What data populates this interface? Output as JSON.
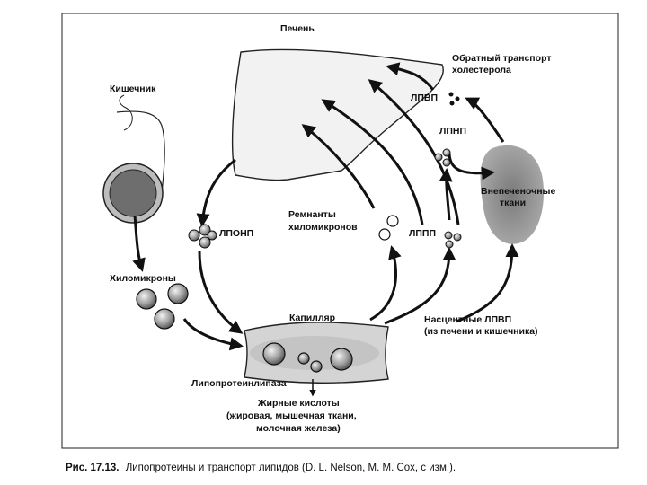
{
  "labels": {
    "liver": "Печень",
    "intestine": "Кишечник",
    "reverse_transport": [
      "Обратный транспорт",
      "холестерола"
    ],
    "hdl": "ЛПВП",
    "ldl": "ЛПНП",
    "extrahepatic": [
      "Внепеченочные",
      "ткани"
    ],
    "vldl": "ЛПОНП",
    "remnants": [
      "Ремнанты",
      "хиломикронов"
    ],
    "idl": "ЛППП",
    "chylomicrons": "Хиломикроны",
    "capillary": "Капилляр",
    "nascent_hdl": [
      "Насцентные ЛПВП",
      "(из печени и кишечника)"
    ],
    "lipase": "Липопротеинлипаза",
    "fatty_acids": [
      "Жирные кислоты",
      "(жировая, мышечная ткани,",
      "молочная железа)"
    ]
  },
  "caption": {
    "number": "Рис. 17.13.",
    "text": "Липопротеины и транспорт липидов (D. L. Nelson, M. M. Cox, с изм.)."
  },
  "colors": {
    "ink": "#111111",
    "tissue_fill": "#8a8a8a",
    "particle_fill": "#cfcfcf"
  }
}
